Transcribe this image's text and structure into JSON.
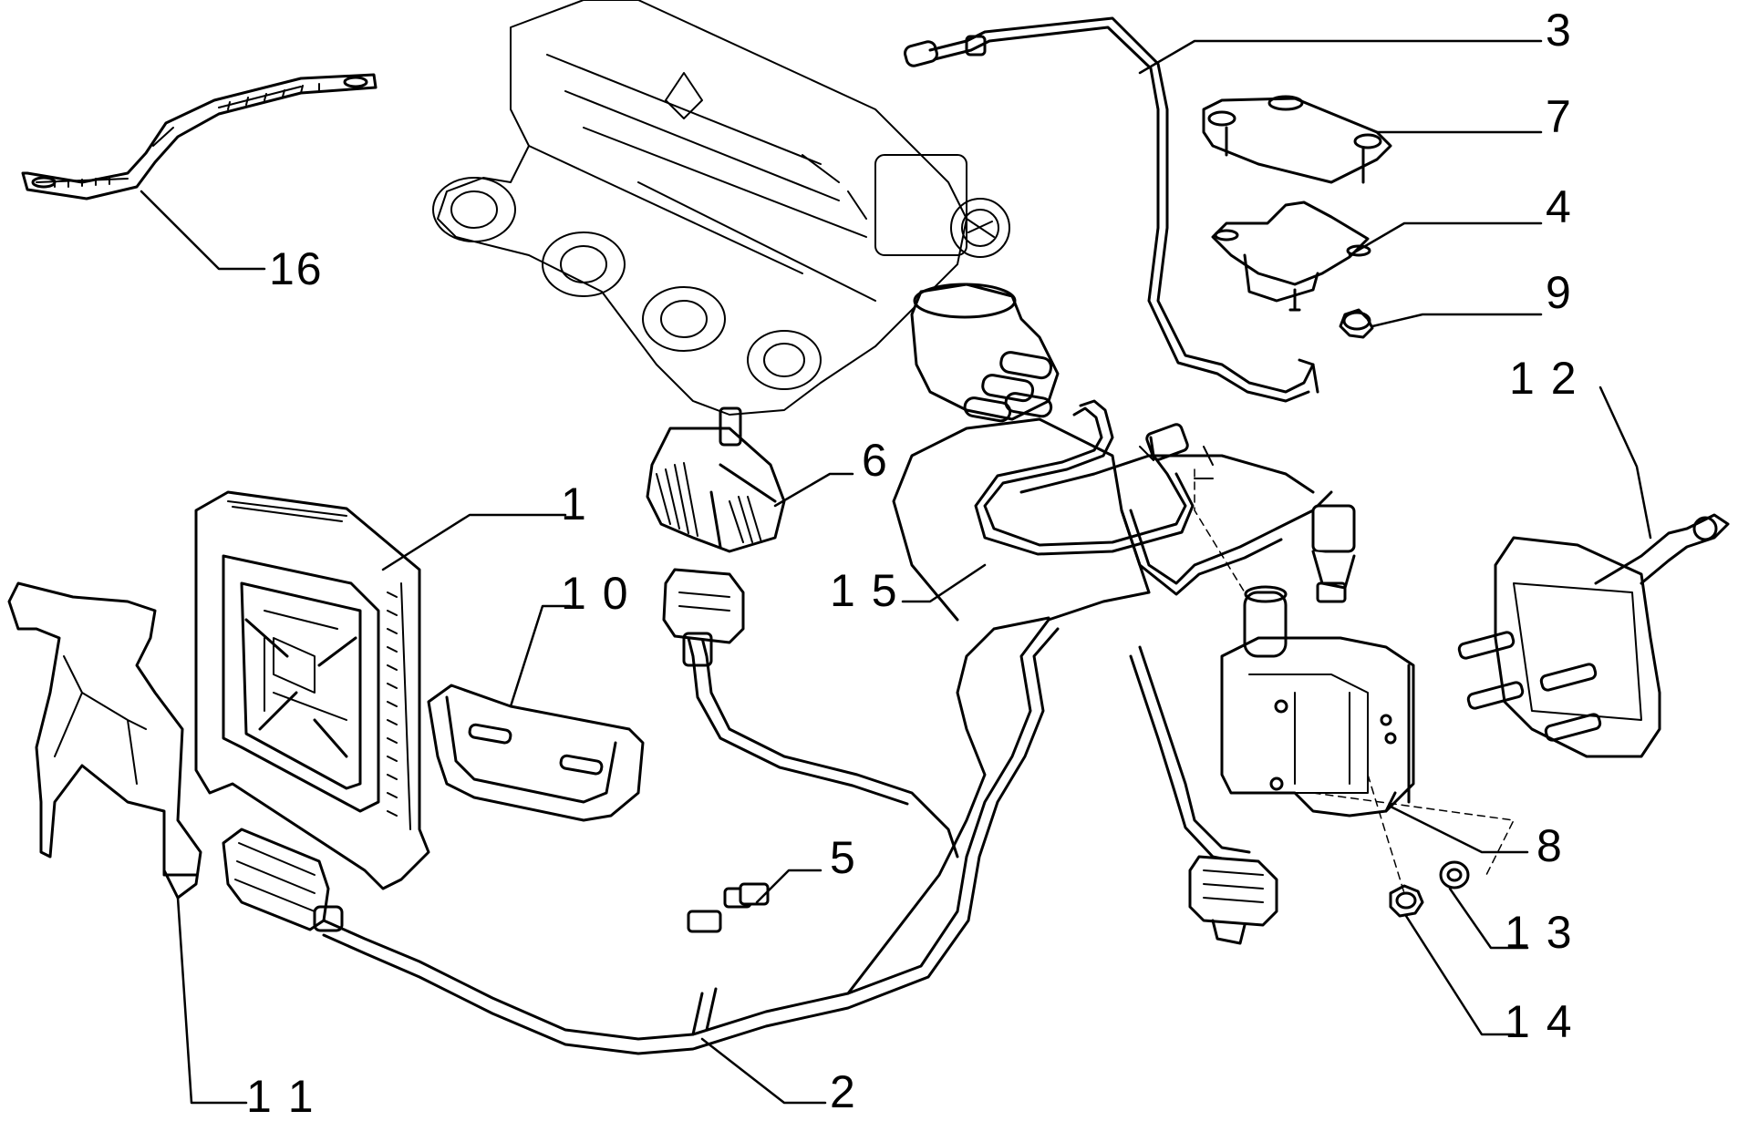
{
  "diagram": {
    "labels": {
      "l1": "1",
      "l2": "2",
      "l3": "3",
      "l4": "4",
      "l5": "5",
      "l6": "6",
      "l7": "7",
      "l8": "8",
      "l9": "9",
      "l10": "1 0",
      "l11": "1 1",
      "l12": "1 2",
      "l13": "1 3",
      "l14": "1 4",
      "l15": "1 5",
      "l16": "16"
    },
    "colors": {
      "ink": "#000000",
      "paper": "#ffffff"
    }
  }
}
